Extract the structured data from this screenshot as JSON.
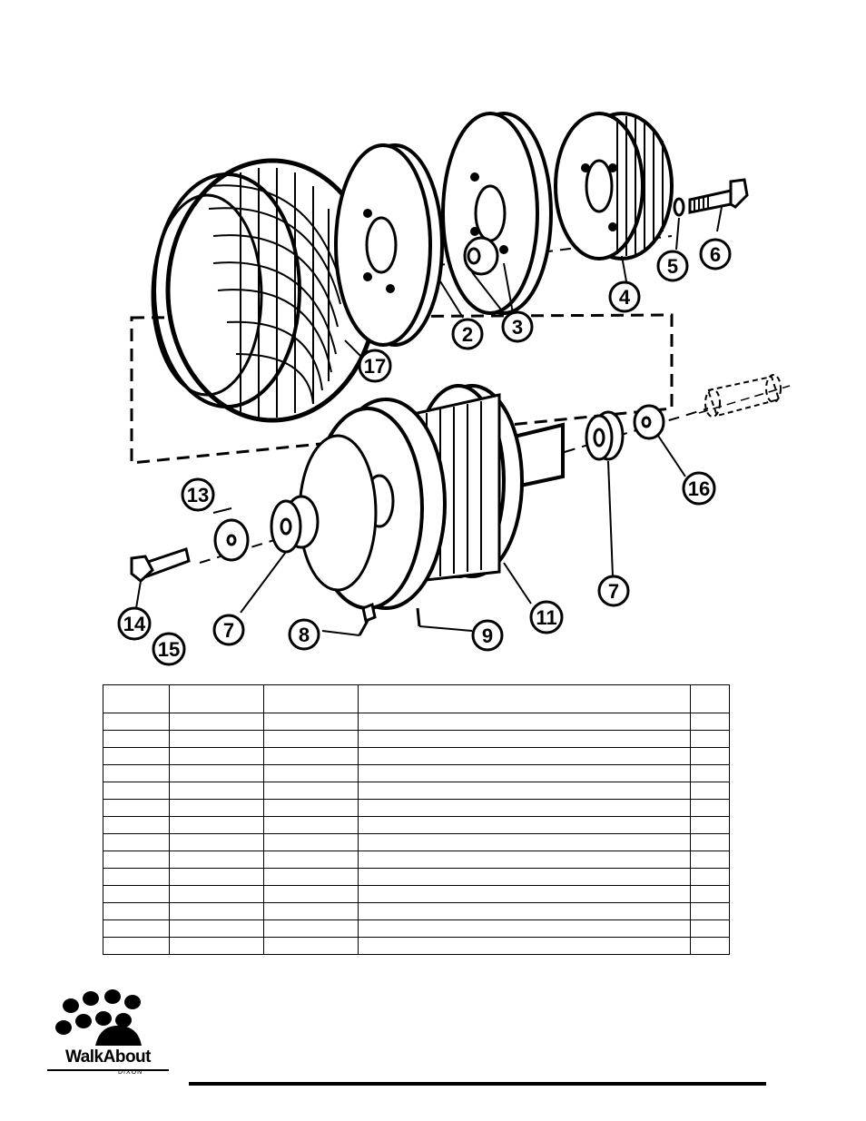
{
  "callouts": [
    "2",
    "3",
    "4",
    "5",
    "6",
    "17",
    "13",
    "7",
    "16",
    "14",
    "15",
    "8",
    "9",
    "11",
    "7"
  ],
  "table": {
    "columns": 5,
    "rows": 15
  },
  "logo": {
    "name": "WalkAbout",
    "maker": "DIXON"
  }
}
